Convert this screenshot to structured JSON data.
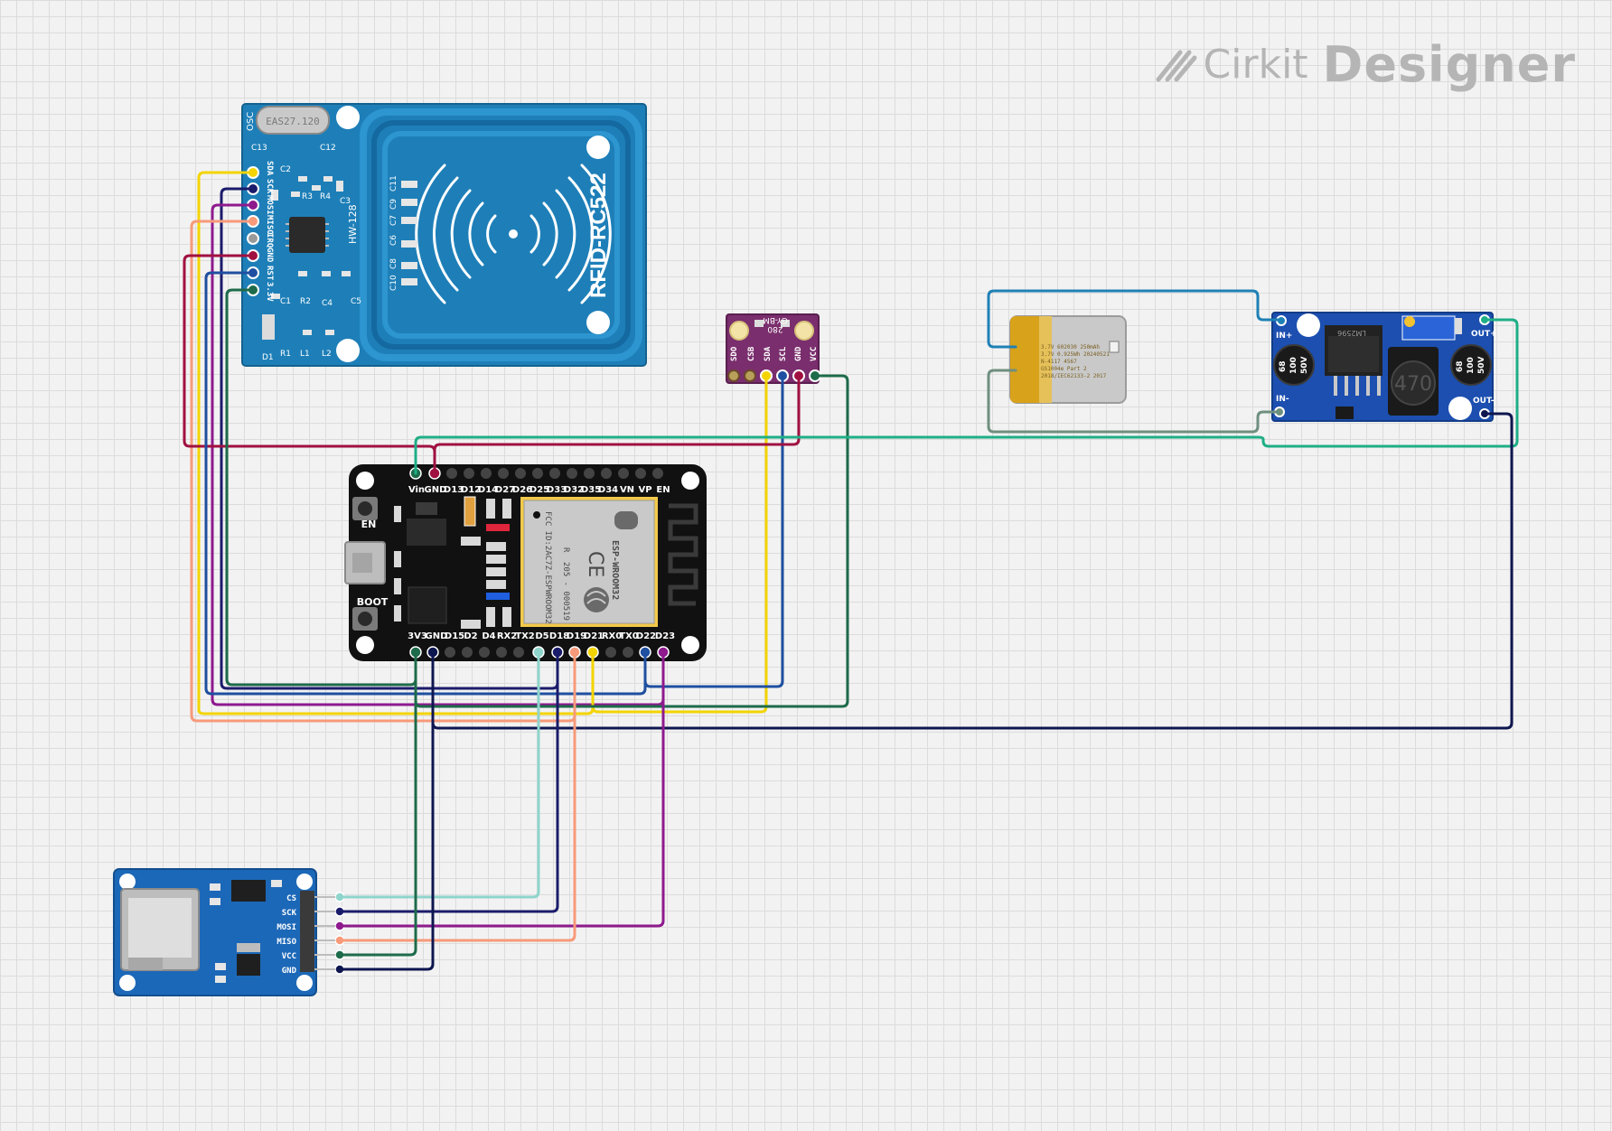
{
  "brand": {
    "name": "Cirkit",
    "product": "Designer",
    "icon": "cirkit-logo-icon"
  },
  "colors": {
    "esp_board": "#111111",
    "rfid_board": "#1e7fb8",
    "sd_board": "#1c68b8",
    "bmp_board": "#7a2e6d",
    "buck_board": "#1c4fb0",
    "wire_yellow": "#f3d400",
    "wire_navy": "#1b1b6b",
    "wire_purple": "#8e1a8e",
    "wire_salmon": "#f79a7a",
    "wire_crimson": "#a01040",
    "wire_blue": "#1f4fa0",
    "wire_dgreen": "#1d6b4a",
    "wire_teal": "#1fae86",
    "wire_lightblue": "#8fd5cc",
    "wire_sky": "#1f80b5",
    "wire_gray": "#6f8f7f",
    "wire_dnavy": "#0e1650"
  },
  "rfid": {
    "title": "RFID-RC522",
    "model": "HW-128",
    "osc": "OSC",
    "crystal": "EAS27.120",
    "pins": [
      "SDA",
      "SCK",
      "MOSI",
      "MISO",
      "IRQ",
      "GND",
      "RST",
      "3.3V"
    ],
    "components": [
      "C13",
      "C12",
      "C2",
      "C1",
      "C3",
      "R3",
      "R4",
      "C4",
      "C5",
      "R1",
      "R2",
      "L1",
      "L2",
      "D1",
      "C11",
      "C9",
      "C7",
      "C6",
      "C8",
      "C10"
    ]
  },
  "esp32": {
    "top_pins": [
      "Vin",
      "GND",
      "D13",
      "D12",
      "D14",
      "D27",
      "D26",
      "D25",
      "D33",
      "D32",
      "D35",
      "D34",
      "VN",
      "VP",
      "EN"
    ],
    "bottom_pins": [
      "3V3",
      "GND",
      "D15",
      "D2",
      "D4",
      "RX2",
      "TX2",
      "D5",
      "D18",
      "D19",
      "D21",
      "RX0",
      "TX0",
      "D22",
      "D23"
    ],
    "en_label": "EN",
    "boot_label": "BOOT",
    "module_name": "ESP-WROOM32",
    "fcc": "FCC ID:2AC7Z-ESPWROOM32",
    "cert_r": "R",
    "cert_num": "205 - 000519",
    "ce": "CE"
  },
  "bmp280": {
    "title": "GY-BM",
    "title2": "280",
    "pins": [
      "SDO",
      "CSB",
      "SDA",
      "SCL",
      "GND",
      "VCC"
    ]
  },
  "battery": {
    "lines": [
      "3.7V 602030 250mAh",
      "3.7V 0.925Wh 20240521",
      "N-4117 4567",
      "GS1004e Part 2",
      "2018/IEC62133-2 2017"
    ]
  },
  "buck": {
    "in_plus": "IN+",
    "in_minus": "IN-",
    "out_plus": "OUT+",
    "out_minus": "OUT-",
    "ic": "LM2596",
    "cap_text": [
      "68",
      "100",
      "50V"
    ],
    "inductor": "470"
  },
  "sd": {
    "pins": [
      "CS",
      "SCK",
      "MOSI",
      "MISO",
      "VCC",
      "GND"
    ]
  }
}
